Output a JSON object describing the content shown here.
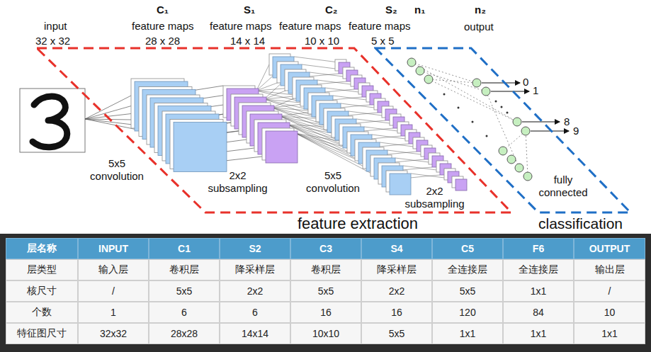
{
  "diagram": {
    "nodes": [
      {
        "text": [
          "feature extraction"
        ]
      },
      {
        "text": [
          "classification"
        ]
      }
    ],
    "labels": [
      "input",
      "32 x 32",
      "C₁",
      "feature maps",
      "28 x 28",
      "S₁",
      "feature maps",
      "14 x 14",
      "C₂",
      "feature maps",
      "10 x 10",
      "S₂",
      "feature maps",
      "5 x 5",
      "n₁",
      "n₂",
      "output",
      "5x5 convolution",
      "2x2 subsampling",
      "5x5 convolution",
      "2x2 subsampling",
      "0",
      "1",
      "8",
      "9",
      "fully connected",
      "层名称",
      "INPUT",
      "C1",
      "S2",
      "C3",
      "S4",
      "C5",
      "F6",
      "OUTPUT",
      "层类型",
      "输入层",
      "卷积层",
      "降采样层",
      "卷积层",
      "降采样层",
      "全连接层",
      "全连接层",
      "输出层",
      "核尺寸",
      "/",
      "5x5",
      "2x2",
      "5x5",
      "2x2",
      "5x5",
      "1x1",
      "/",
      "个数",
      "1",
      "6",
      "6",
      "16",
      "16",
      "120",
      "84",
      "10",
      "特征图尺寸",
      "32x32",
      "28x28",
      "14x14",
      "10x10",
      "5x5",
      "1x1",
      "1x1",
      "1x1"
    ]
  }
}
